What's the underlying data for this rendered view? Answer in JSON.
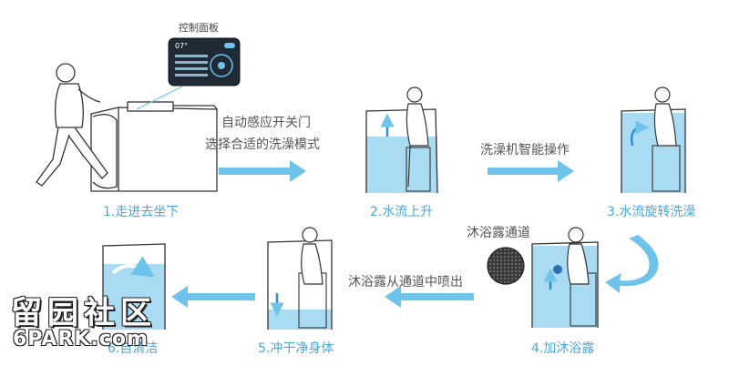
{
  "panel_label": "控制面板",
  "panel_screen": {
    "readout": "07°"
  },
  "notes": {
    "auto_sense": [
      "自动感应开关门",
      "选择合适的洗澡模式"
    ],
    "smart_op": "洗澡机智能操作",
    "shower_channel": "沐浴露通道",
    "spray": "沐浴露从通道中喷出"
  },
  "steps": [
    {
      "label": "1.走进去坐下"
    },
    {
      "label": "2.水流上升"
    },
    {
      "label": "3.水流旋转洗澡"
    },
    {
      "label": "4.加沐浴露"
    },
    {
      "label": "5.冲干净身体"
    },
    {
      "label": "6.自清洁"
    }
  ],
  "watermark": {
    "line1": "留园社区",
    "line2": "6PARK.com"
  },
  "colors": {
    "water": "#a9dcf3",
    "arrow": "#6ec3ea",
    "label": "#4aa7d8",
    "line": "#333333"
  }
}
